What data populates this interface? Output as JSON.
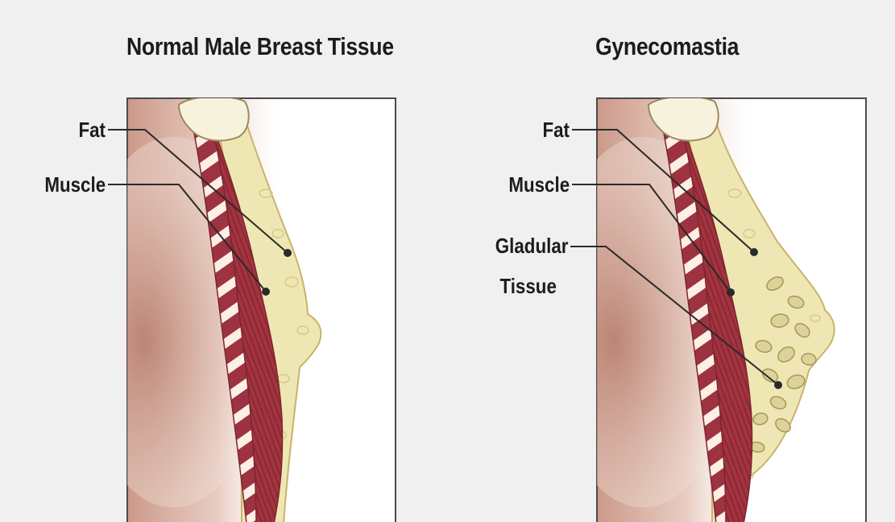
{
  "panels": [
    {
      "title": "Normal Male Breast Tissue",
      "labels": {
        "fat": "Fat",
        "muscle": "Muscle"
      }
    },
    {
      "title": "Gynecomastia",
      "labels": {
        "fat": "Fat",
        "muscle": "Muscle",
        "glandular_line1": "Gladular",
        "glandular_line2": "Tissue"
      }
    }
  ],
  "colors": {
    "background": "#f0f0f0",
    "panel_fill": "#ffffff",
    "skin_shadow": "#d9b4a6",
    "muscle": "#9d3240",
    "muscle_stripe": "#fbefe6",
    "fat": "#efe7b3",
    "fat_outline": "#c9b26c",
    "bone": "#f7f2dd",
    "leader_line": "#2a2a2a"
  }
}
